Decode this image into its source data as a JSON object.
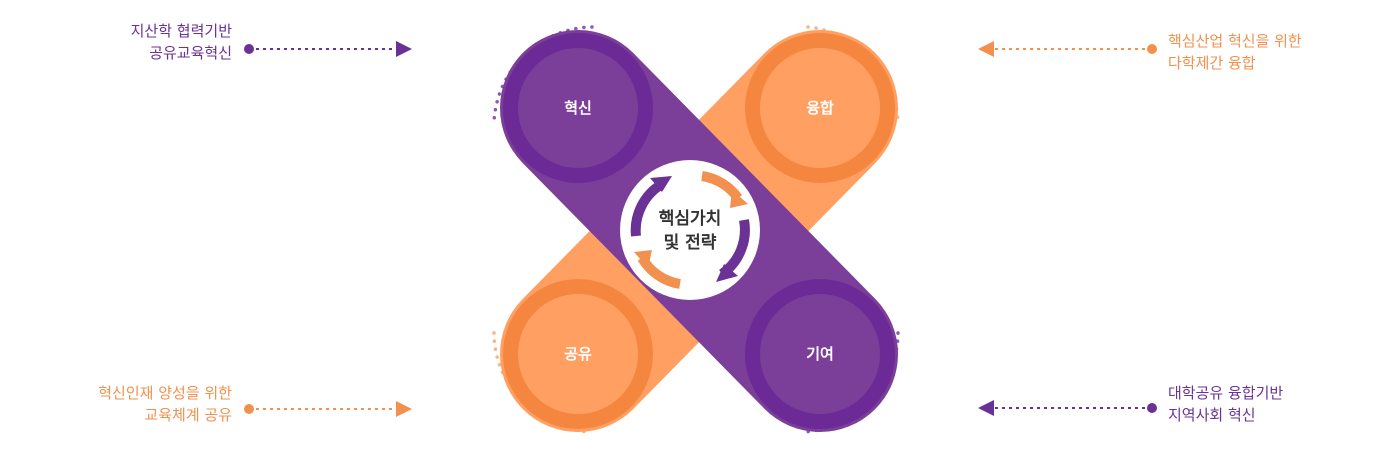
{
  "colors": {
    "purple": "#6b3295",
    "purple_light": "#7b3f99",
    "orange": "#f2914f",
    "orange_light": "#ffa062"
  },
  "center": {
    "line1": "핵심가치",
    "line2": "및 전략"
  },
  "nodes": {
    "innovation": "혁신",
    "convergence": "융합",
    "sharing": "공유",
    "contribution": "기여"
  },
  "descriptions": {
    "top_left": {
      "line1": "지산학 협력기반",
      "line2": "공유교육혁신"
    },
    "top_right": {
      "line1": "핵심산업 혁신을 위한",
      "line2": "다학제간 융합"
    },
    "bottom_left": {
      "line1": "혁신인재 양성을 위한",
      "line2": "교육체계 공유"
    },
    "bottom_right": {
      "line1": "대학공유 융합기반",
      "line2": "지역사회 혁신"
    }
  }
}
